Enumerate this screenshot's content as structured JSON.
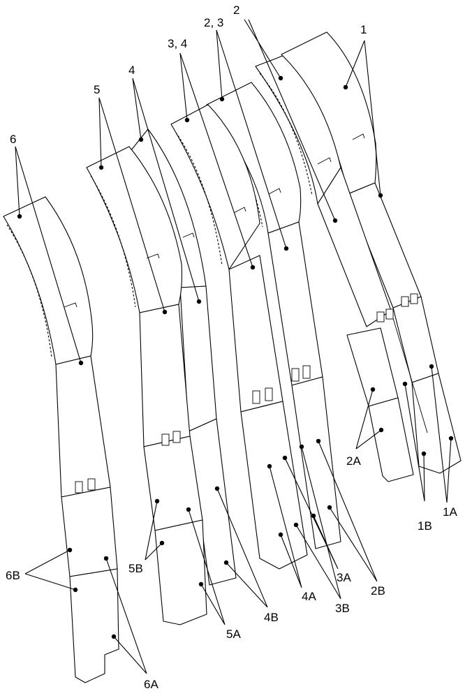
{
  "labels": [
    {
      "id": "1",
      "text": "1"
    },
    {
      "id": "2",
      "text": "2"
    },
    {
      "id": "2-3",
      "text": "2, 3"
    },
    {
      "id": "3-4",
      "text": "3, 4"
    },
    {
      "id": "4",
      "text": "4"
    },
    {
      "id": "5",
      "text": "5"
    },
    {
      "id": "6",
      "text": "6"
    },
    {
      "id": "1A",
      "text": "1A"
    },
    {
      "id": "1B",
      "text": "1B"
    },
    {
      "id": "2A",
      "text": "2A"
    },
    {
      "id": "2B",
      "text": "2B"
    },
    {
      "id": "3A",
      "text": "3A"
    },
    {
      "id": "3B",
      "text": "3B"
    },
    {
      "id": "4A",
      "text": "4A"
    },
    {
      "id": "4B",
      "text": "4B"
    },
    {
      "id": "5A",
      "text": "5A"
    },
    {
      "id": "5B",
      "text": "5B"
    },
    {
      "id": "6A",
      "text": "6A"
    },
    {
      "id": "6B",
      "text": "6B"
    }
  ]
}
